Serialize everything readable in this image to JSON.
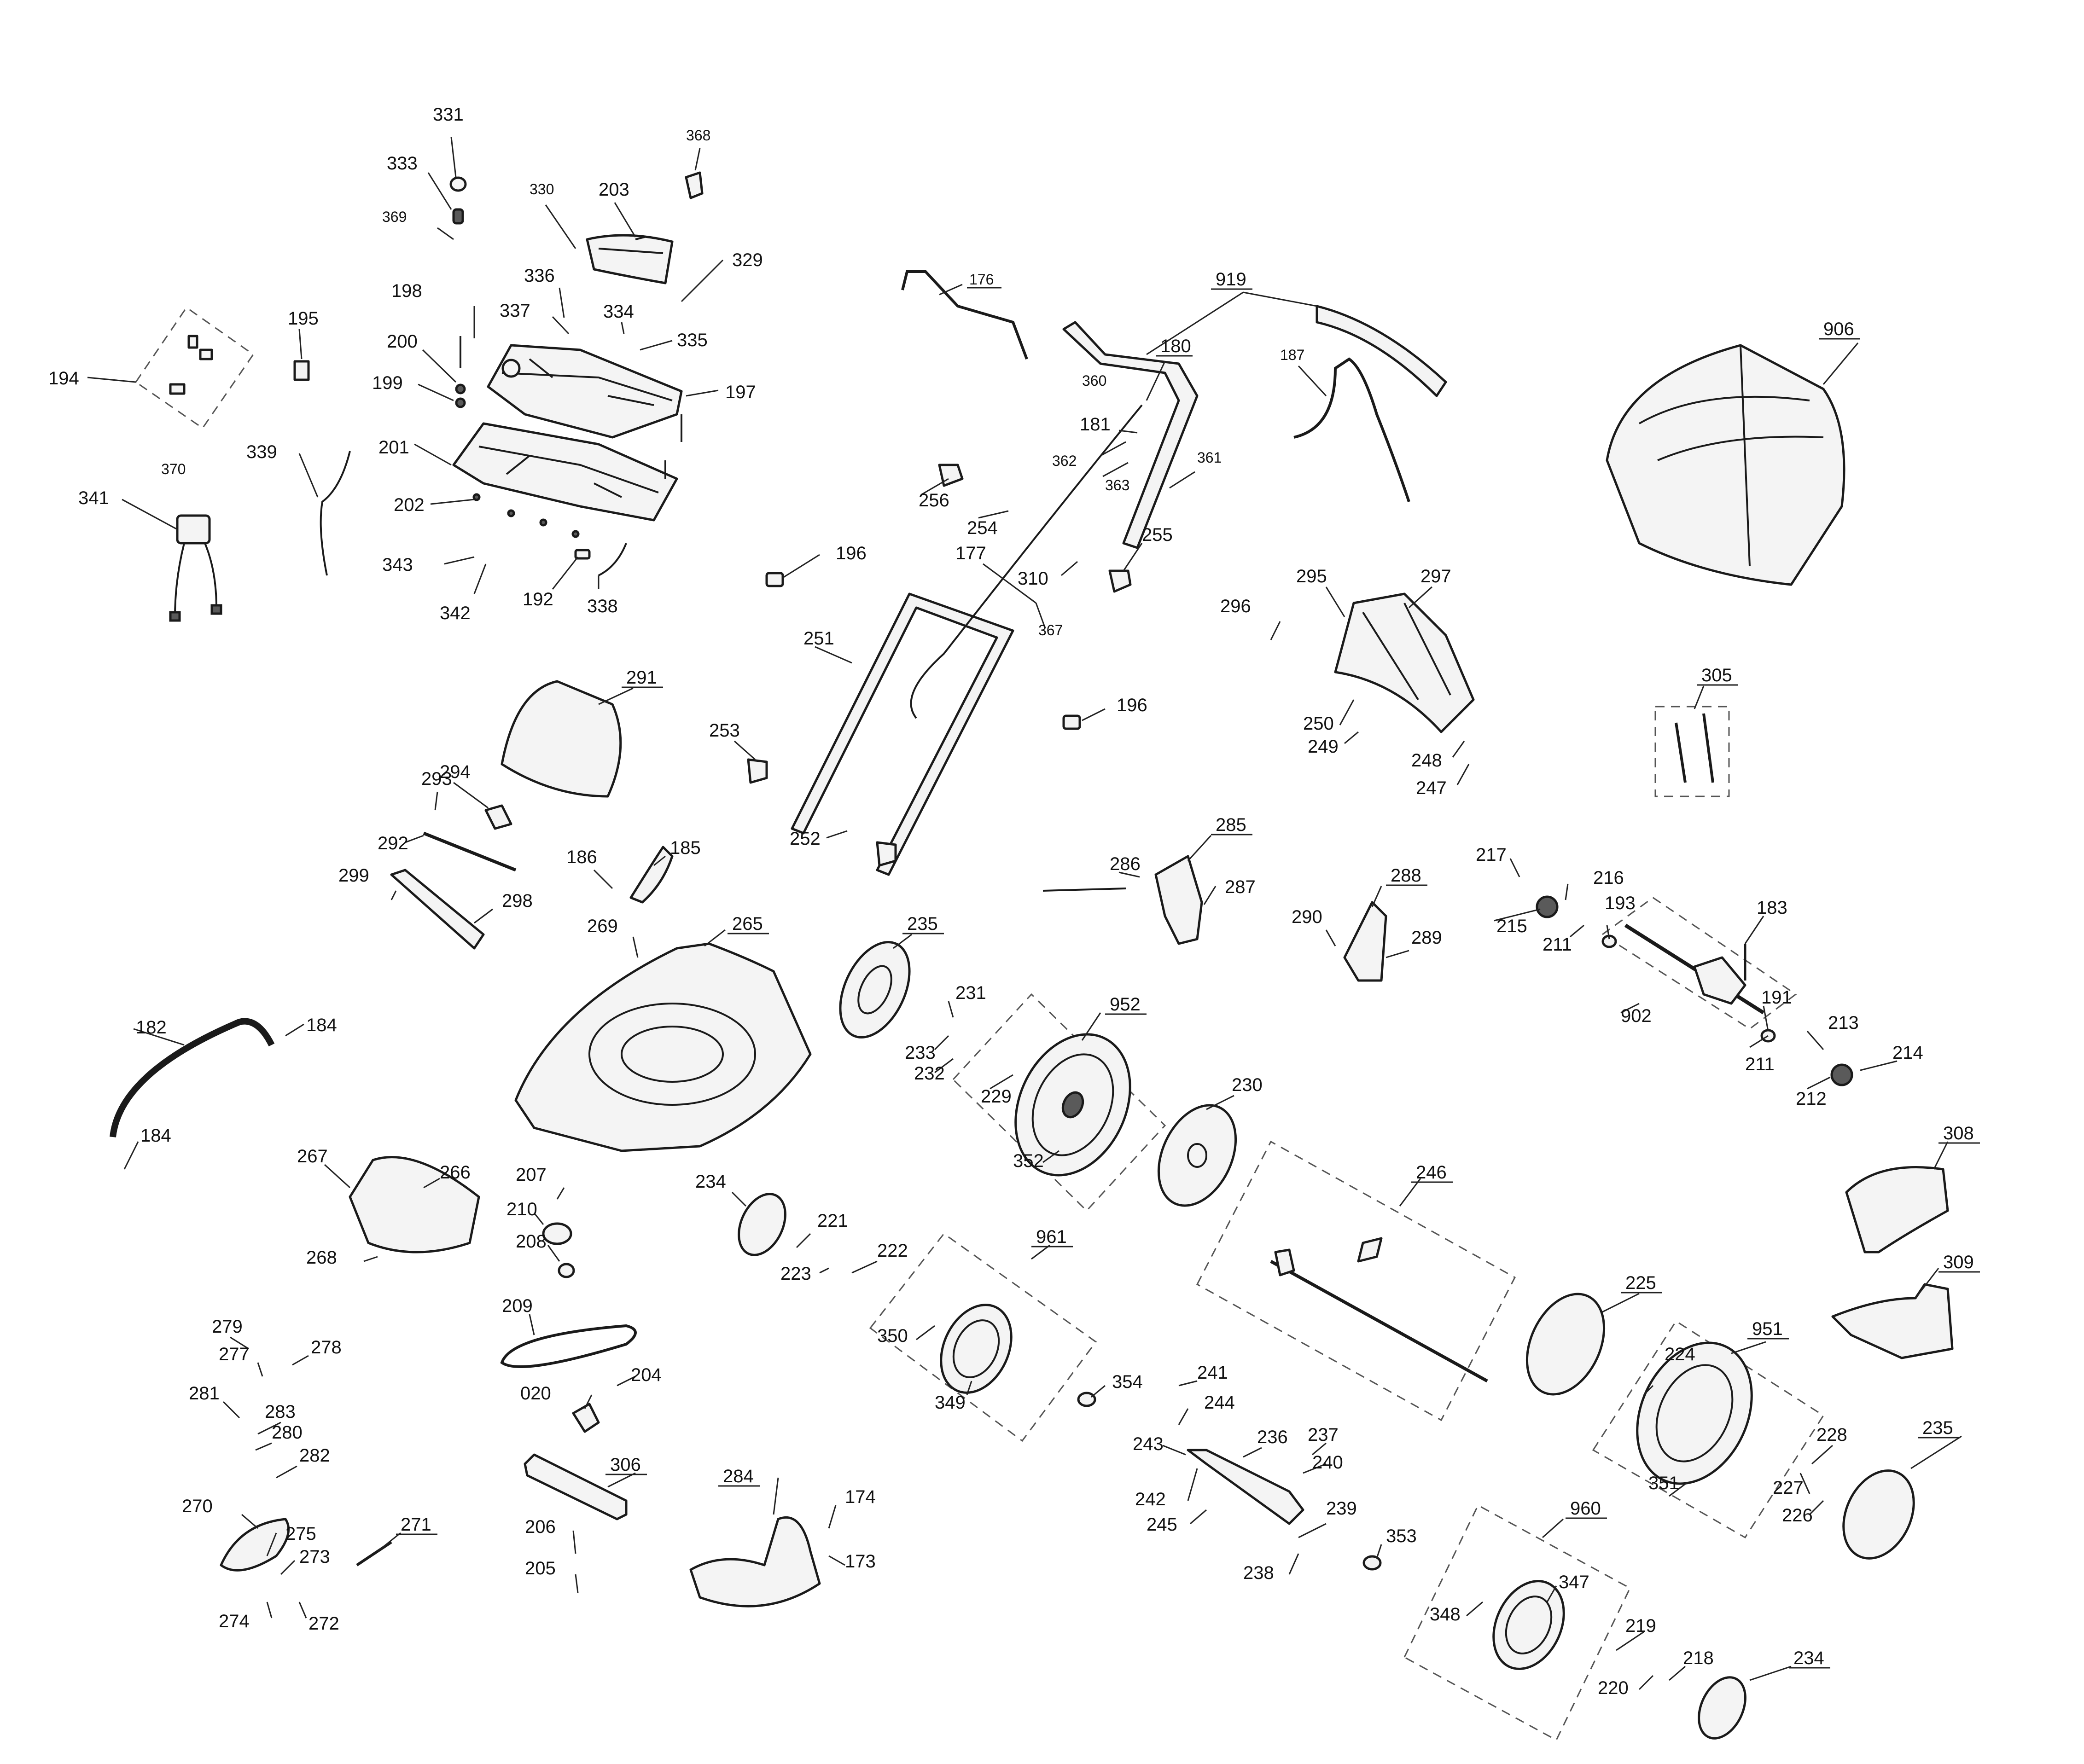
{
  "labels": [
    {
      "id": "l331",
      "text": "331"
    },
    {
      "id": "l333",
      "text": "333"
    },
    {
      "id": "l369",
      "text": "369"
    },
    {
      "id": "l330",
      "text": "330"
    },
    {
      "id": "l203",
      "text": "203"
    },
    {
      "id": "l368",
      "text": "368"
    },
    {
      "id": "l329",
      "text": "329"
    },
    {
      "id": "l198",
      "text": "198"
    },
    {
      "id": "l336",
      "text": "336"
    },
    {
      "id": "l337",
      "text": "337"
    },
    {
      "id": "l334",
      "text": "334"
    },
    {
      "id": "l335",
      "text": "335"
    },
    {
      "id": "l195",
      "text": "195"
    },
    {
      "id": "l194",
      "text": "194"
    },
    {
      "id": "l200",
      "text": "200"
    },
    {
      "id": "l199",
      "text": "199"
    },
    {
      "id": "l197",
      "text": "197"
    },
    {
      "id": "l201",
      "text": "201"
    },
    {
      "id": "l339",
      "text": "339"
    },
    {
      "id": "l370",
      "text": "370"
    },
    {
      "id": "l341",
      "text": "341"
    },
    {
      "id": "l202",
      "text": "202"
    },
    {
      "id": "l343",
      "text": "343"
    },
    {
      "id": "l342",
      "text": "342"
    },
    {
      "id": "l192",
      "text": "192"
    },
    {
      "id": "l338",
      "text": "338"
    },
    {
      "id": "l176",
      "text": "176"
    },
    {
      "id": "l919",
      "text": "919"
    },
    {
      "id": "l180",
      "text": "180"
    },
    {
      "id": "l360",
      "text": "360"
    },
    {
      "id": "l187",
      "text": "187"
    },
    {
      "id": "l181",
      "text": "181"
    },
    {
      "id": "l362",
      "text": "362"
    },
    {
      "id": "l361",
      "text": "361"
    },
    {
      "id": "l363",
      "text": "363"
    },
    {
      "id": "l256",
      "text": "256"
    },
    {
      "id": "l254",
      "text": "254"
    },
    {
      "id": "l255",
      "text": "255"
    },
    {
      "id": "l310",
      "text": "310"
    },
    {
      "id": "l196a",
      "text": "196"
    },
    {
      "id": "l177",
      "text": "177"
    },
    {
      "id": "l367",
      "text": "367"
    },
    {
      "id": "l906",
      "text": "906"
    },
    {
      "id": "l295",
      "text": "295"
    },
    {
      "id": "l297",
      "text": "297"
    },
    {
      "id": "l296",
      "text": "296"
    },
    {
      "id": "l251",
      "text": "251"
    },
    {
      "id": "l196b",
      "text": "196"
    },
    {
      "id": "l250",
      "text": "250"
    },
    {
      "id": "l249",
      "text": "249"
    },
    {
      "id": "l248",
      "text": "248"
    },
    {
      "id": "l247",
      "text": "247"
    },
    {
      "id": "l305",
      "text": "305"
    },
    {
      "id": "l291",
      "text": "291"
    },
    {
      "id": "l253",
      "text": "253"
    },
    {
      "id": "l293",
      "text": "293"
    },
    {
      "id": "l294",
      "text": "294"
    },
    {
      "id": "l292",
      "text": "292"
    },
    {
      "id": "l252",
      "text": "252"
    },
    {
      "id": "l186",
      "text": "186"
    },
    {
      "id": "l185",
      "text": "185"
    },
    {
      "id": "l285",
      "text": "285"
    },
    {
      "id": "l286",
      "text": "286"
    },
    {
      "id": "l287",
      "text": "287"
    },
    {
      "id": "l288",
      "text": "288"
    },
    {
      "id": "l217",
      "text": "217"
    },
    {
      "id": "l216",
      "text": "216"
    },
    {
      "id": "l299",
      "text": "299"
    },
    {
      "id": "l298",
      "text": "298"
    },
    {
      "id": "l269",
      "text": "269"
    },
    {
      "id": "l265",
      "text": "265"
    },
    {
      "id": "l235a",
      "text": "235"
    },
    {
      "id": "l290",
      "text": "290"
    },
    {
      "id": "l289",
      "text": "289"
    },
    {
      "id": "l215",
      "text": "215"
    },
    {
      "id": "l211a",
      "text": "211"
    },
    {
      "id": "l193",
      "text": "193"
    },
    {
      "id": "l183",
      "text": "183"
    },
    {
      "id": "l231",
      "text": "231"
    },
    {
      "id": "l952",
      "text": "952"
    },
    {
      "id": "l182",
      "text": "182"
    },
    {
      "id": "l184a",
      "text": "184"
    },
    {
      "id": "l233",
      "text": "233"
    },
    {
      "id": "l232",
      "text": "232"
    },
    {
      "id": "l902",
      "text": "902"
    },
    {
      "id": "l191",
      "text": "191"
    },
    {
      "id": "l213",
      "text": "213"
    },
    {
      "id": "l229",
      "text": "229"
    },
    {
      "id": "l230",
      "text": "230"
    },
    {
      "id": "l211b",
      "text": "211"
    },
    {
      "id": "l214",
      "text": "214"
    },
    {
      "id": "l212",
      "text": "212"
    },
    {
      "id": "l184b",
      "text": "184"
    },
    {
      "id": "l308",
      "text": "308"
    },
    {
      "id": "l352",
      "text": "352"
    },
    {
      "id": "l267",
      "text": "267"
    },
    {
      "id": "l266",
      "text": "266"
    },
    {
      "id": "l207",
      "text": "207"
    },
    {
      "id": "l246",
      "text": "246"
    },
    {
      "id": "l234a",
      "text": "234"
    },
    {
      "id": "l210",
      "text": "210"
    },
    {
      "id": "l221",
      "text": "221"
    },
    {
      "id": "l268",
      "text": "268"
    },
    {
      "id": "l208",
      "text": "208"
    },
    {
      "id": "l222",
      "text": "222"
    },
    {
      "id": "l961",
      "text": "961"
    },
    {
      "id": "l223",
      "text": "223"
    },
    {
      "id": "l309",
      "text": "309"
    },
    {
      "id": "l225",
      "text": "225"
    },
    {
      "id": "l209",
      "text": "209"
    },
    {
      "id": "l279",
      "text": "279"
    },
    {
      "id": "l277",
      "text": "277"
    },
    {
      "id": "l278",
      "text": "278"
    },
    {
      "id": "l350",
      "text": "350"
    },
    {
      "id": "l951",
      "text": "951"
    },
    {
      "id": "l224",
      "text": "224"
    },
    {
      "id": "l020",
      "text": "020"
    },
    {
      "id": "l204",
      "text": "204"
    },
    {
      "id": "l281",
      "text": "281"
    },
    {
      "id": "l283",
      "text": "283"
    },
    {
      "id": "l354",
      "text": "354"
    },
    {
      "id": "l241",
      "text": "241"
    },
    {
      "id": "l349",
      "text": "349"
    },
    {
      "id": "l244",
      "text": "244"
    },
    {
      "id": "l280",
      "text": "280"
    },
    {
      "id": "l282",
      "text": "282"
    },
    {
      "id": "l243",
      "text": "243"
    },
    {
      "id": "l236",
      "text": "236"
    },
    {
      "id": "l237",
      "text": "237"
    },
    {
      "id": "l228",
      "text": "228"
    },
    {
      "id": "l235b",
      "text": "235"
    },
    {
      "id": "l240",
      "text": "240"
    },
    {
      "id": "l306",
      "text": "306"
    },
    {
      "id": "l284",
      "text": "284"
    },
    {
      "id": "l242",
      "text": "242"
    },
    {
      "id": "l227",
      "text": "227"
    },
    {
      "id": "l351",
      "text": "351"
    },
    {
      "id": "l226",
      "text": "226"
    },
    {
      "id": "l270",
      "text": "270"
    },
    {
      "id": "l174",
      "text": "174"
    },
    {
      "id": "l271",
      "text": "271"
    },
    {
      "id": "l245",
      "text": "245"
    },
    {
      "id": "l239",
      "text": "239"
    },
    {
      "id": "l960",
      "text": "960"
    },
    {
      "id": "l275",
      "text": "275"
    },
    {
      "id": "l206",
      "text": "206"
    },
    {
      "id": "l353",
      "text": "353"
    },
    {
      "id": "l273",
      "text": "273"
    },
    {
      "id": "l173",
      "text": "173"
    },
    {
      "id": "l238",
      "text": "238"
    },
    {
      "id": "l347",
      "text": "347"
    },
    {
      "id": "l205",
      "text": "205"
    },
    {
      "id": "l274",
      "text": "274"
    },
    {
      "id": "l272",
      "text": "272"
    },
    {
      "id": "l348",
      "text": "348"
    },
    {
      "id": "l219",
      "text": "219"
    },
    {
      "id": "l218",
      "text": "218"
    },
    {
      "id": "l234b",
      "text": "234"
    },
    {
      "id": "l220",
      "text": "220"
    }
  ]
}
